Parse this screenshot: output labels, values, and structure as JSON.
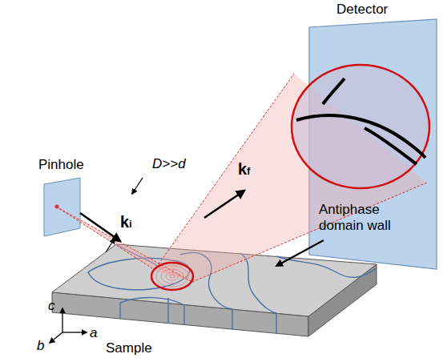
{
  "diagram": {
    "nodes": [
      {
        "text": [
          "Pinhole"
        ]
      },
      {
        "text": [
          "Detector"
        ]
      },
      {
        "text": [
          "Sample"
        ]
      }
    ],
    "labels": [
      "ki",
      "kf",
      "D>>d",
      "Antiphase domain wall",
      "c",
      "b",
      "a"
    ]
  }
}
